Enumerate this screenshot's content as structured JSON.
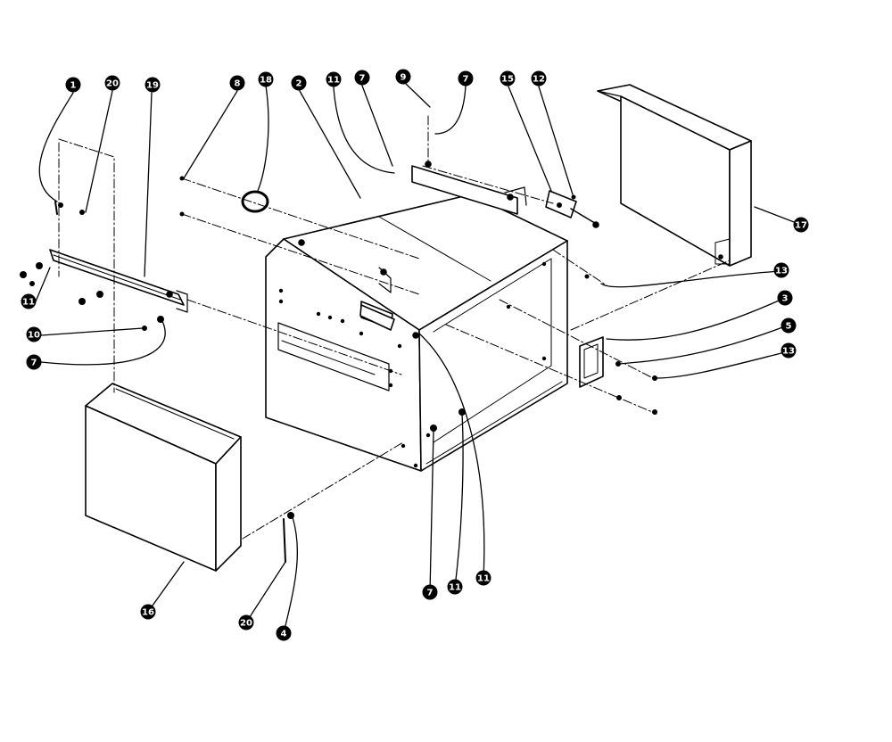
{
  "diagram": {
    "type": "exploded-parts-view",
    "colors": {
      "line": "#000000",
      "background": "#ffffff",
      "callout_fill": "#000000",
      "callout_text": "#ffffff"
    },
    "callouts": [
      {
        "id": "c1",
        "label": "1"
      },
      {
        "id": "c20a",
        "label": "20"
      },
      {
        "id": "c19",
        "label": "19"
      },
      {
        "id": "c8",
        "label": "8"
      },
      {
        "id": "c18a",
        "label": "18"
      },
      {
        "id": "c2",
        "label": "2"
      },
      {
        "id": "c11a",
        "label": "11"
      },
      {
        "id": "c7a",
        "label": "7"
      },
      {
        "id": "c9",
        "label": "9"
      },
      {
        "id": "c7b",
        "label": "7"
      },
      {
        "id": "c15",
        "label": "15"
      },
      {
        "id": "c12",
        "label": "12"
      },
      {
        "id": "c17",
        "label": "17"
      },
      {
        "id": "c13a",
        "label": "13"
      },
      {
        "id": "c3",
        "label": "3"
      },
      {
        "id": "c5",
        "label": "5"
      },
      {
        "id": "c13b",
        "label": "13"
      },
      {
        "id": "c11b",
        "label": "11"
      },
      {
        "id": "c10",
        "label": "10"
      },
      {
        "id": "c7c",
        "label": "7"
      },
      {
        "id": "c16",
        "label": "16"
      },
      {
        "id": "c20b",
        "label": "20"
      },
      {
        "id": "c4",
        "label": "4"
      },
      {
        "id": "c7d",
        "label": "7"
      },
      {
        "id": "c11c",
        "label": "11"
      },
      {
        "id": "c11d",
        "label": "11"
      }
    ]
  }
}
